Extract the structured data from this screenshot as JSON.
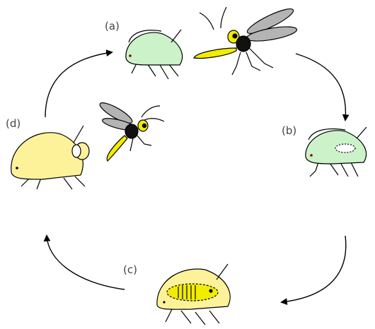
{
  "labels": {
    "a": "(a)",
    "b": "(b)",
    "c": "(c)",
    "d": "(d)"
  },
  "colors": {
    "aphid_healthy": "#ccf2c9",
    "aphid_parasitized": "#fdf29a",
    "wasp_body": "#111111",
    "wasp_abdomen": "#f2ec00",
    "wasp_wing": "#b4b4b4",
    "eye": "#8b0000",
    "outline": "#000000"
  },
  "icons": [
    "aphid-icon",
    "parasitoid-wasp-icon",
    "cycle-arrow-icon"
  ]
}
